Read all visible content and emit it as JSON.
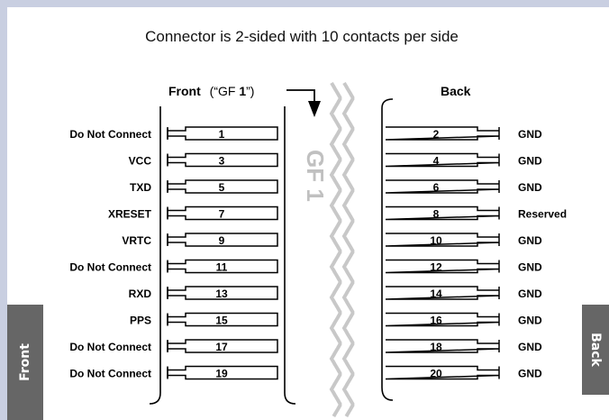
{
  "title": "Connector is 2-sided with 10 contacts per side",
  "front": {
    "heading_prefix": "Front",
    "heading_open": "(“GF ",
    "heading_bold": "1",
    "heading_close": "”)",
    "pins": [
      {
        "num": "1",
        "label": "Do Not Connect"
      },
      {
        "num": "3",
        "label": "VCC"
      },
      {
        "num": "5",
        "label": "TXD"
      },
      {
        "num": "7",
        "label": "XRESET"
      },
      {
        "num": "9",
        "label": "VRTC"
      },
      {
        "num": "11",
        "label": "Do Not Connect"
      },
      {
        "num": "13",
        "label": "RXD"
      },
      {
        "num": "15",
        "label": "PPS"
      },
      {
        "num": "17",
        "label": "Do Not Connect"
      },
      {
        "num": "19",
        "label": "Do Not Connect"
      }
    ]
  },
  "back": {
    "heading": "Back",
    "pins": [
      {
        "num": "2",
        "label": "GND"
      },
      {
        "num": "4",
        "label": "GND"
      },
      {
        "num": "6",
        "label": "GND"
      },
      {
        "num": "8",
        "label": "Reserved"
      },
      {
        "num": "10",
        "label": "GND"
      },
      {
        "num": "12",
        "label": "GND"
      },
      {
        "num": "14",
        "label": "GND"
      },
      {
        "num": "16",
        "label": "GND"
      },
      {
        "num": "18",
        "label": "GND"
      },
      {
        "num": "20",
        "label": "GND"
      }
    ]
  },
  "board_mark": "GF 1",
  "side_tabs": {
    "front": "Front",
    "back": "Back"
  },
  "colors": {
    "background": "#c9cfe1",
    "tab": "#666666",
    "wave": "#c8c8c8",
    "mark": "#c0c0c0"
  }
}
